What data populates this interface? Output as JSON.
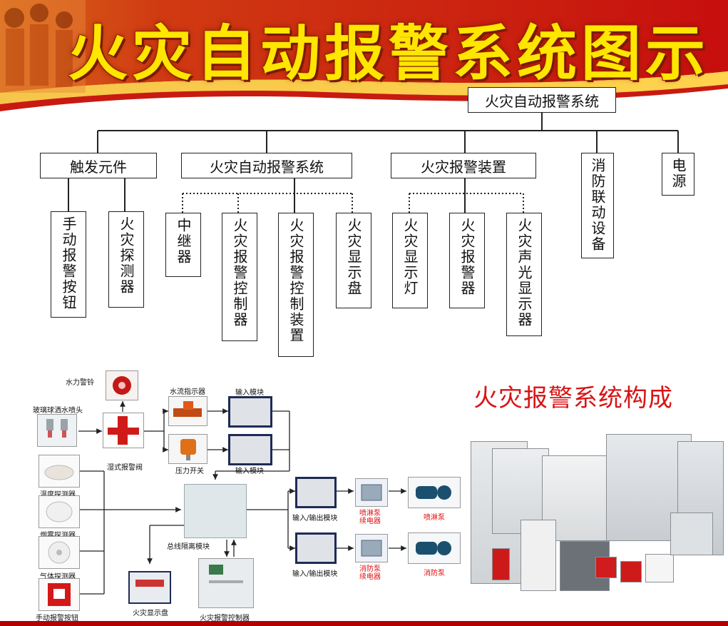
{
  "banner": {
    "title": "火灾自动报警系统图示"
  },
  "tree": {
    "root": "火灾自动报警系统",
    "groups": {
      "trigger": "触发元件",
      "system": "火灾自动报警系统",
      "alarm_device": "火灾报警装置",
      "linkage": "消防联动设备",
      "power": "电源"
    },
    "leaves": {
      "manual_button": "手动报警按钮",
      "fire_detector": "火灾探测器",
      "relay": "中继器",
      "controller": "火灾报警控制器",
      "control_device": "火灾报警控制装置",
      "display_panel": "火灾显示盘",
      "display_lamp": "火灾显示灯",
      "alarm": "火灾报警器",
      "sound_light": "火灾声光显示器"
    }
  },
  "flow": {
    "subtitle": "火灾报警系统构成",
    "labels": {
      "water_bell": "水力警铃",
      "glass_sprinkler": "玻璃球洒水喷头",
      "water_flow": "水流指示器",
      "input_module_1": "输入模块",
      "wet_valve": "湿式报警阀",
      "pressure_switch": "压力开关",
      "input_module_2": "输入模块",
      "temp_detector": "温度探测器",
      "smoke_detector": "烟雾探测器",
      "gas_detector": "气体探测器",
      "manual_button": "手动报警按钮",
      "isolation_module": "总线隔离模块",
      "io_module_1": "输入/输出模块",
      "io_module_2": "输入/输出模块",
      "spray_pump_relay": "喷淋泵\n续电器",
      "spray_pump": "喷淋泵",
      "fire_pump_relay": "消防泵\n续电器",
      "fire_pump": "消防泵",
      "display_panel": "火灾显示盘",
      "controller": "火灾报警控制器"
    }
  },
  "colors": {
    "banner_red": "#c8100e",
    "title_yellow": "#ffe600",
    "subtitle_red": "#d81414",
    "flow_red": "#e01010"
  }
}
